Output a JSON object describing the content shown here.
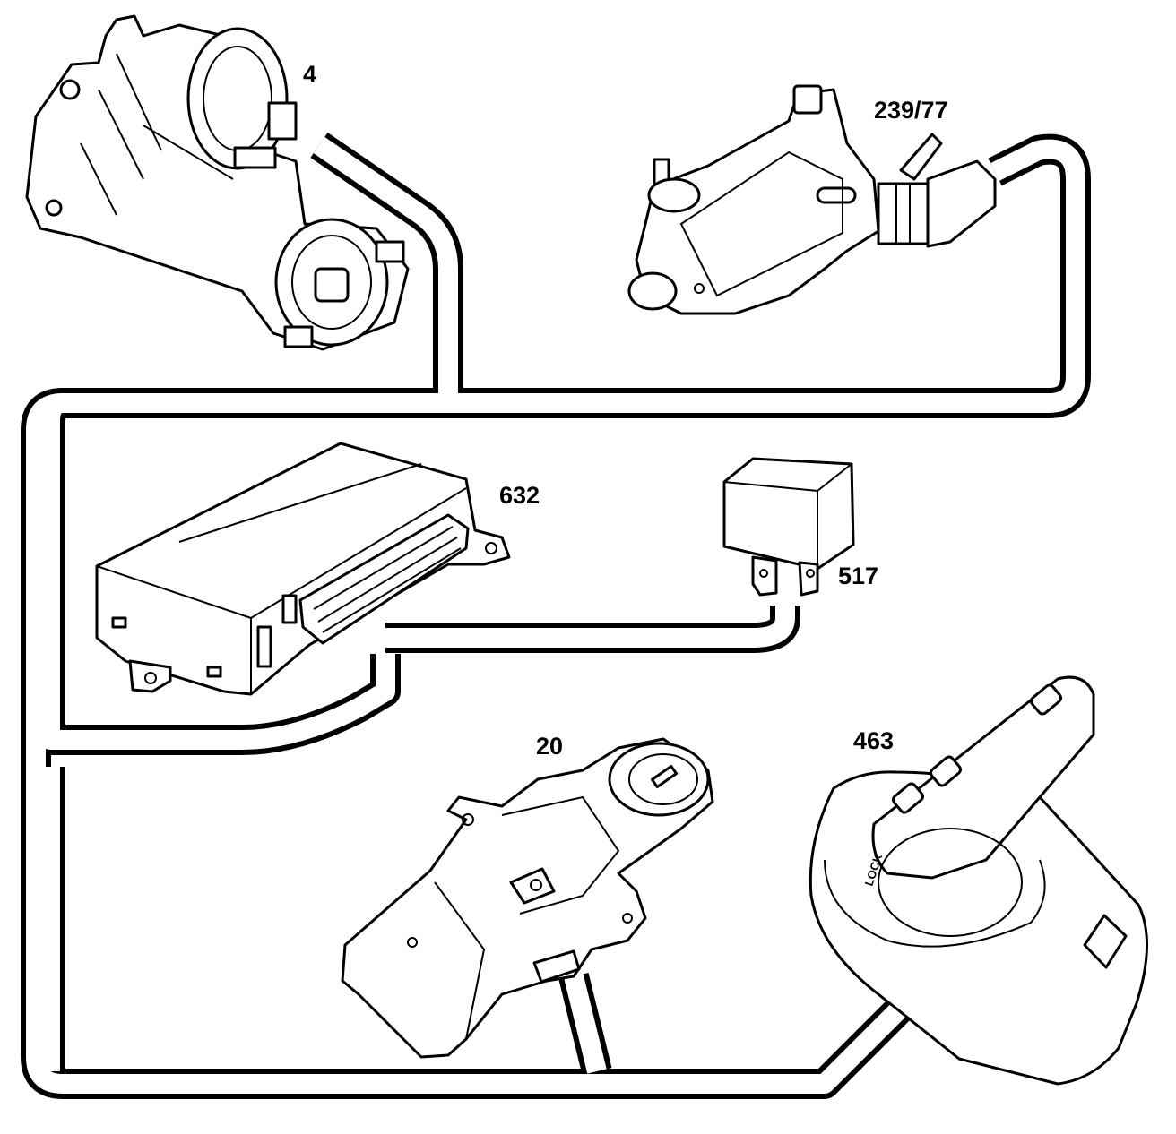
{
  "components": {
    "starter": {
      "label": "4",
      "icon": "starter-motor-icon"
    },
    "neutral_switch": {
      "label": "239/77",
      "icon": "neutral-safety-switch-icon"
    },
    "control_unit": {
      "label": "632",
      "icon": "control-unit-icon"
    },
    "relay": {
      "label": "517",
      "icon": "relay-icon"
    },
    "ignition_switch": {
      "label": "20",
      "icon": "ignition-switch-icon"
    },
    "selector_lever": {
      "label": "463",
      "icon": "selector-lever-icon",
      "lever_text": "LOCK"
    }
  },
  "colors": {
    "line": "#000000",
    "background": "#ffffff"
  }
}
